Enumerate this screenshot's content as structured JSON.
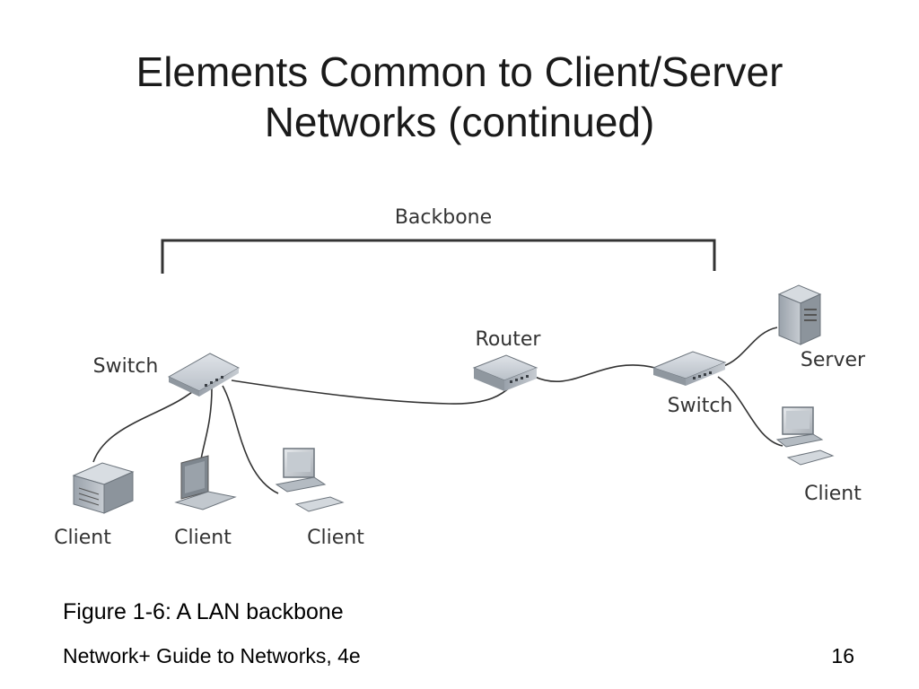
{
  "slide": {
    "title_line1": "Elements Common to Client/Server",
    "title_line2": "Networks (continued)",
    "caption": "Figure 1-6: A LAN backbone",
    "footer": "Network+ Guide to Networks, 4e",
    "page_number": "16"
  },
  "diagram": {
    "backbone_label": "Backbone",
    "switch_left_label": "Switch",
    "router_label": "Router",
    "switch_right_label": "Switch",
    "server_label": "Server",
    "client_printer_label": "Client",
    "client_laptop_label": "Client",
    "client_desktop_label": "Client",
    "client_right_label": "Client"
  }
}
